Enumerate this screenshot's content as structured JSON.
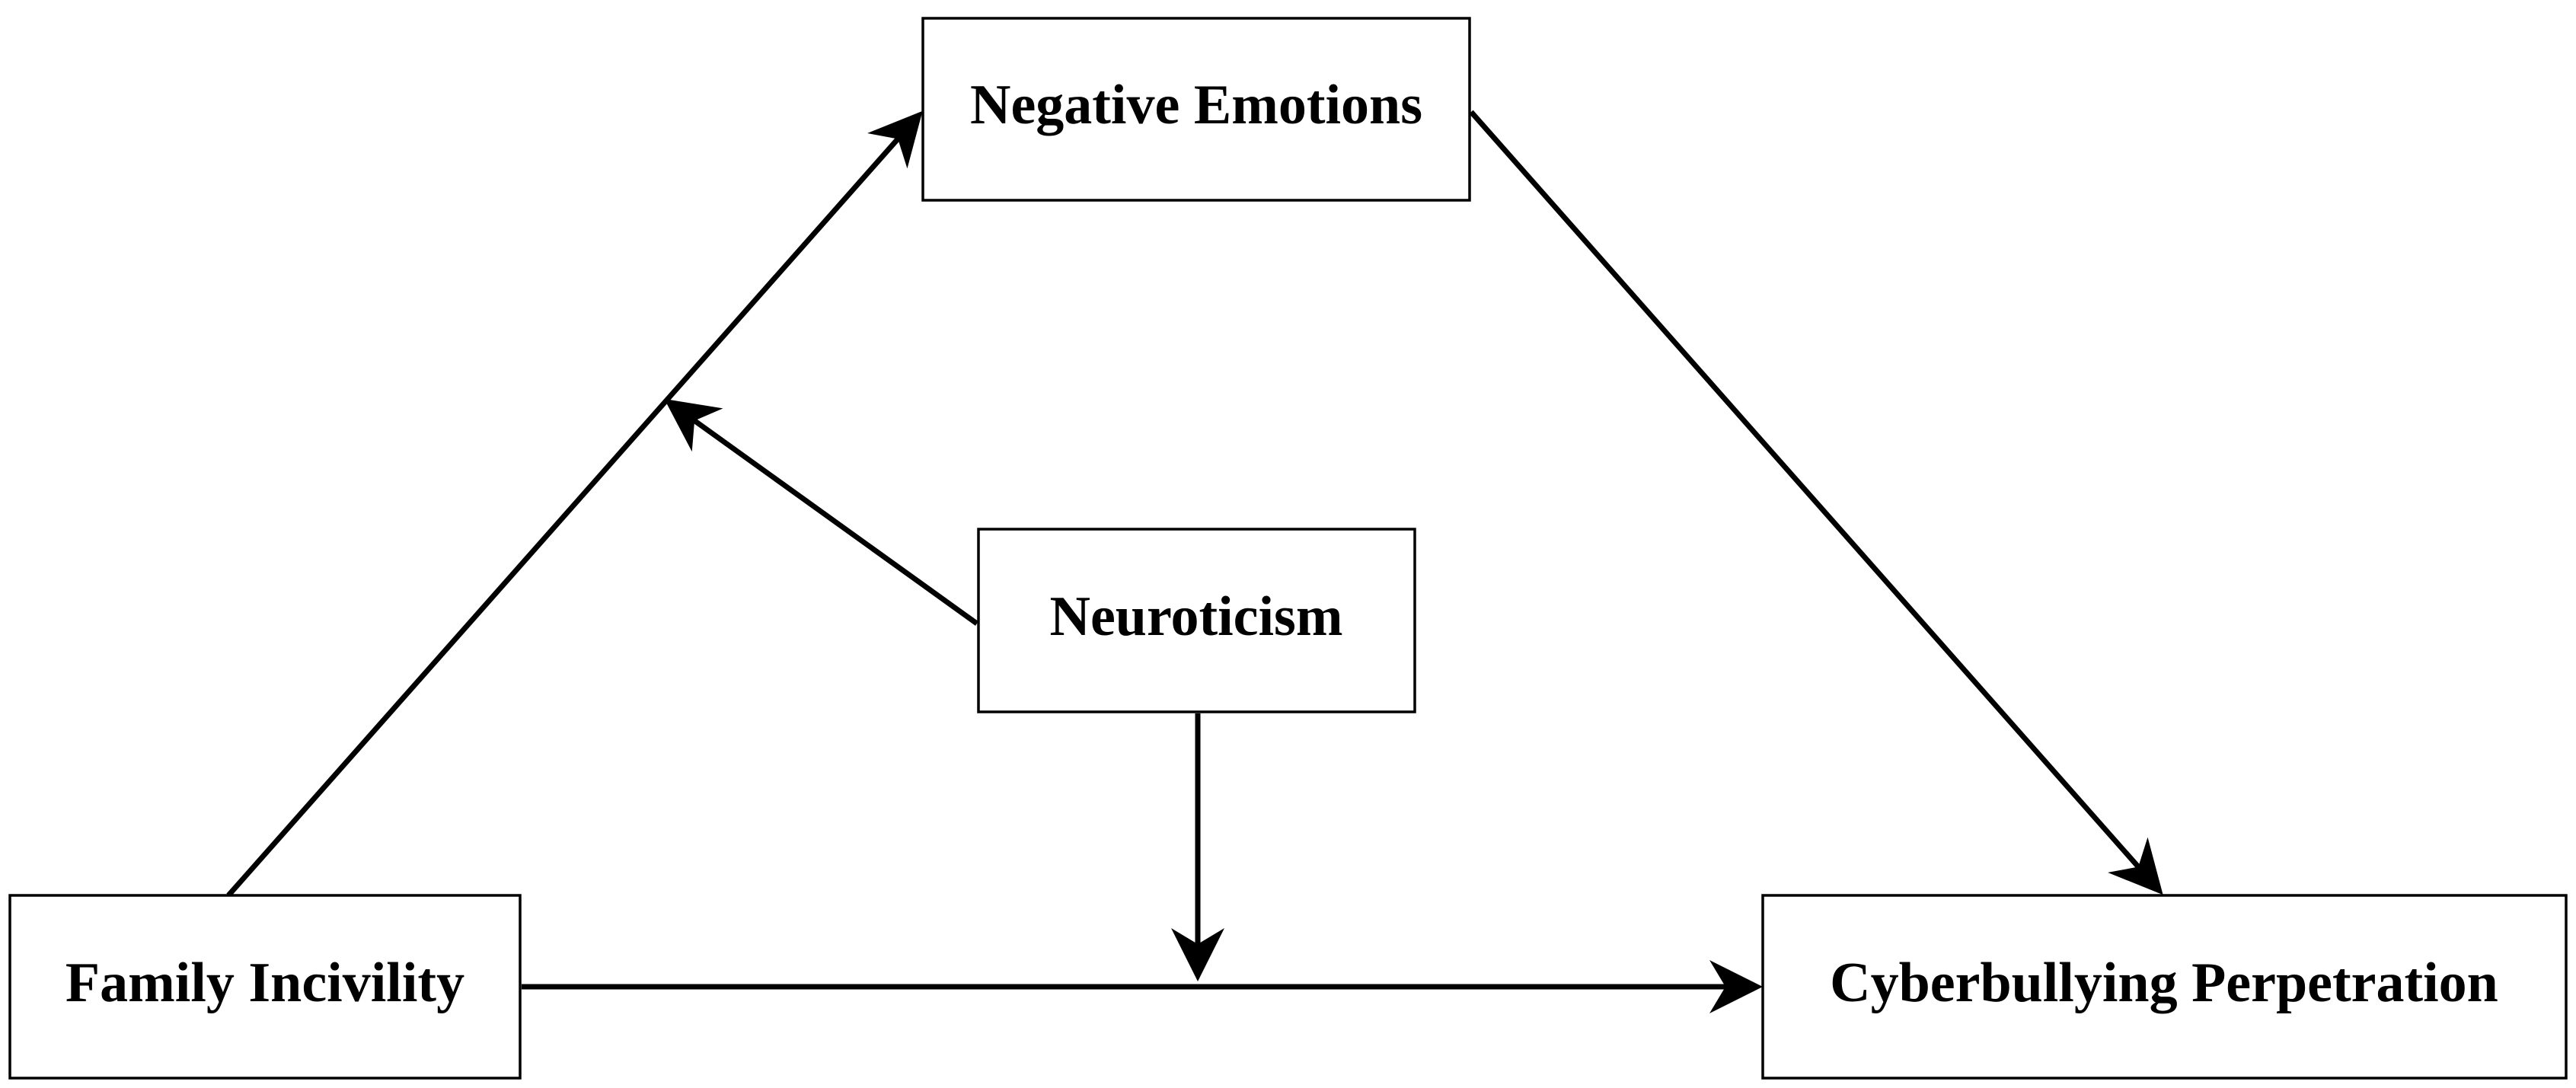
{
  "diagram": {
    "nodes": {
      "negative_emotions": {
        "label": "Negative Emotions"
      },
      "neuroticism": {
        "label": "Neuroticism"
      },
      "family_incivility": {
        "label": "Family Incivility"
      },
      "cyberbullying_perpetration": {
        "label": "Cyberbullying Perpetration"
      }
    },
    "edges": [
      {
        "from": "family_incivility",
        "to": "negative_emotions",
        "kind": "path"
      },
      {
        "from": "negative_emotions",
        "to": "cyberbullying_perpetration",
        "kind": "path"
      },
      {
        "from": "family_incivility",
        "to": "cyberbullying_perpetration",
        "kind": "path"
      },
      {
        "from": "neuroticism",
        "to": "family_incivility -> negative_emotions",
        "kind": "moderation"
      },
      {
        "from": "neuroticism",
        "to": "family_incivility -> cyberbullying_perpetration",
        "kind": "moderation"
      }
    ],
    "colors": {
      "stroke": "#000000",
      "background": "#ffffff"
    }
  }
}
